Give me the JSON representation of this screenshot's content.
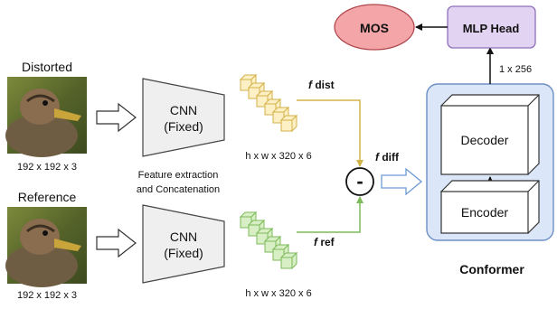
{
  "inputs": {
    "distorted": {
      "title": "Distorted",
      "size": "192 x 192 x 3"
    },
    "reference": {
      "title": "Reference",
      "size": "192 x 192 x 3"
    }
  },
  "cnn": {
    "line1": "CNN",
    "line2": "(Fixed)"
  },
  "features": {
    "dist_label_f": "f",
    "dist_label_rest": " dist",
    "ref_label_f": "f",
    "ref_label_rest": " ref",
    "shape_top": "h x w x 320 x 6",
    "shape_bottom": "h x w x 320 x 6",
    "caption_line1": "Feature extraction",
    "caption_line2": "and Concatenation"
  },
  "diff": {
    "symbol": "-",
    "label_f": "f",
    "label_rest": " diff"
  },
  "conformer": {
    "title": "Conformer",
    "decoder": "Decoder",
    "encoder": "Encoder",
    "embed_size": "1 x 256"
  },
  "head": {
    "label": "MLP Head"
  },
  "output": {
    "label": "MOS"
  },
  "colors": {
    "dist_cube": "#fdf0c4",
    "dist_stroke": "#d4b24a",
    "ref_cube": "#d8efc6",
    "ref_stroke": "#7dba5a",
    "conformer_bg": "#dbe7f8",
    "conformer_stroke": "#6d8fc6",
    "head_bg": "#e3d3f3",
    "head_stroke": "#8e6fba",
    "mos_bg": "#f3a5a8",
    "mos_stroke": "#b0474d",
    "cnn_bg": "#efefef",
    "block_fg": "#ffffff"
  }
}
